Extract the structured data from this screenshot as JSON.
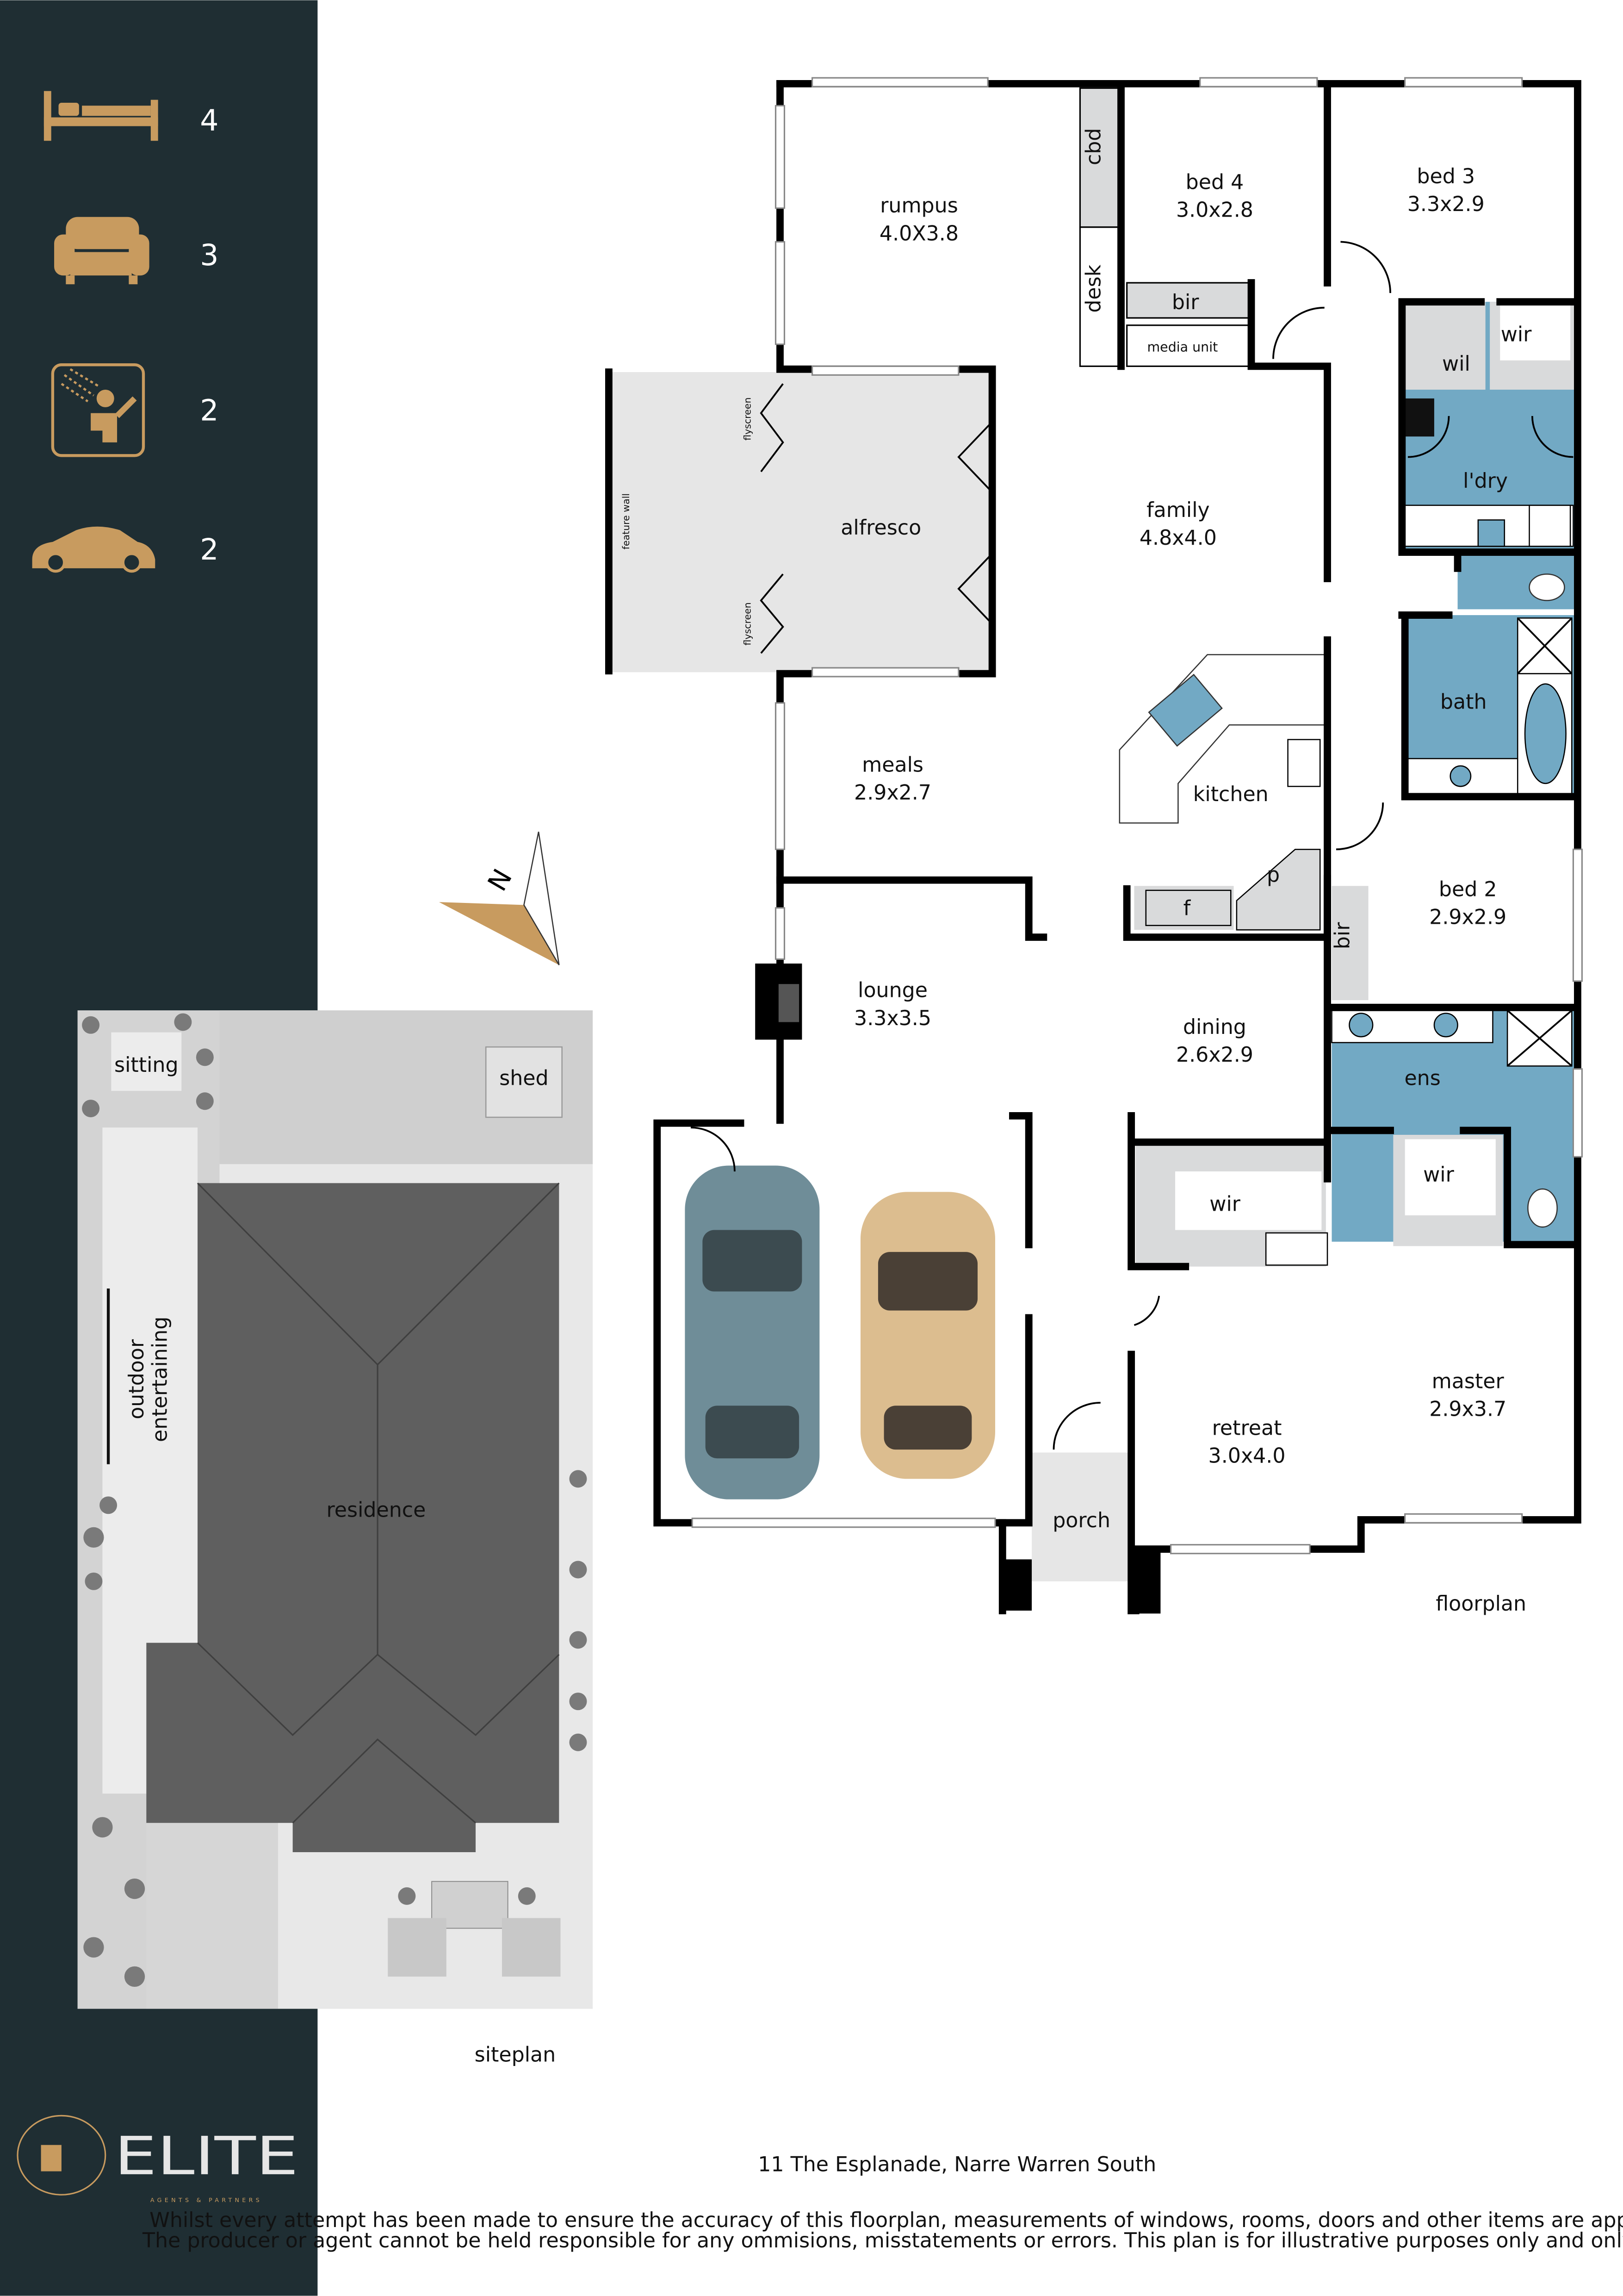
{
  "sidebar": {
    "background": "#1f2e33",
    "accent": "#c89b5f",
    "features": [
      {
        "icon": "bed-icon",
        "count": "4"
      },
      {
        "icon": "sofa-icon",
        "count": "3"
      },
      {
        "icon": "shower-icon",
        "count": "2"
      },
      {
        "icon": "car-icon",
        "count": "2"
      }
    ],
    "logo": {
      "name": "ELITE",
      "tagline": "AGENTS & PARTNERS"
    }
  },
  "compass": {
    "label": "N"
  },
  "siteplan": {
    "title": "siteplan",
    "labels": {
      "sitting": "sitting",
      "shed": "shed",
      "outdoor": "outdoor",
      "entertaining": "entertaining",
      "residence": "residence"
    }
  },
  "floorplan": {
    "title": "floorplan",
    "rooms": {
      "rumpus": {
        "name": "rumpus",
        "size": "4.0X3.8"
      },
      "bed4": {
        "name": "bed 4",
        "size": "3.0x2.8"
      },
      "bed3": {
        "name": "bed 3",
        "size": "3.3x2.9"
      },
      "family": {
        "name": "family",
        "size": "4.8x4.0"
      },
      "meals": {
        "name": "meals",
        "size": "2.9x2.7"
      },
      "lounge": {
        "name": "lounge",
        "size": "3.3x3.5"
      },
      "dining": {
        "name": "dining",
        "size": "2.6x2.9"
      },
      "bed2": {
        "name": "bed 2",
        "size": "2.9x2.9"
      },
      "retreat": {
        "name": "retreat",
        "size": "3.0x4.0"
      },
      "master": {
        "name": "master",
        "size": "2.9x3.7"
      }
    },
    "labels": {
      "cbd": "cbd",
      "desk": "desk",
      "bir": "bir",
      "media_unit": "media unit",
      "wil": "wil",
      "wir": "wir",
      "laundry": "l'dry",
      "alfresco": "alfresco",
      "feature_wall": "feature wall",
      "flyscreen": "flyscreen",
      "kitchen": "kitchen",
      "bath": "bath",
      "p": "p",
      "f": "f",
      "bir2": "bir",
      "ens": "ens",
      "wir2": "wir",
      "wir3": "wir",
      "porch": "porch"
    },
    "colors": {
      "wet_area": "#72a9c4",
      "storage": "#d9dadb",
      "car1": "#6f8d98",
      "car2": "#dcbd8f"
    }
  },
  "address": "11 The Esplanade, Narre Warren South",
  "disclaimer": [
    "Whilst every attempt has been made to ensure the accuracy of this floorplan, measurements of windows, rooms, doors and other items are approximate only.",
    "The producer or agent cannot be held responsible for any ommisions, misstatements or errors. This plan is for illustrative purposes only and only used as such."
  ]
}
